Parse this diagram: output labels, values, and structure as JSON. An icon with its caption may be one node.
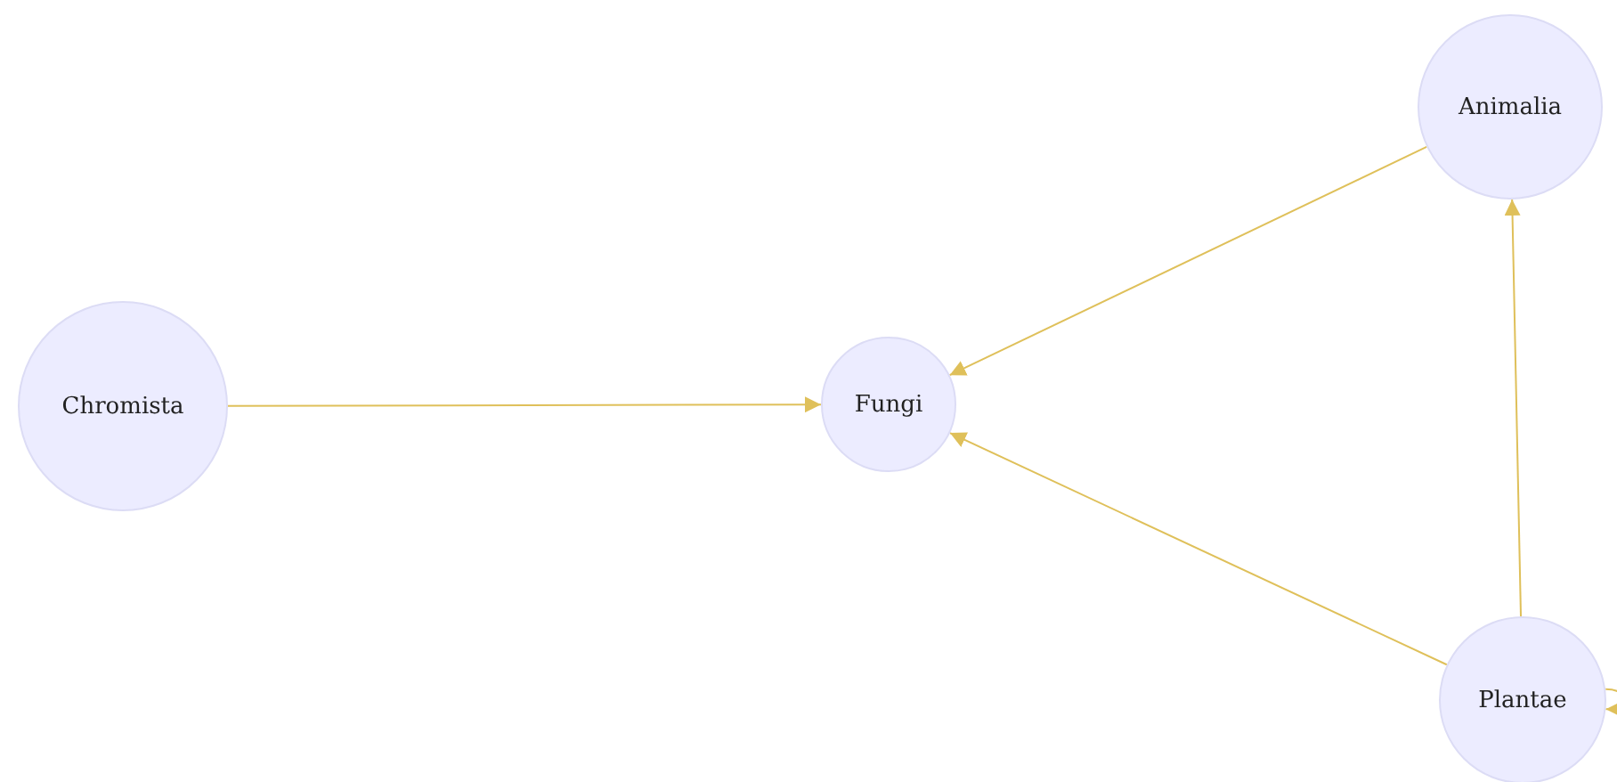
{
  "diagram": {
    "nodes": [
      {
        "text": [
          "Chromista"
        ]
      },
      {
        "text": [
          "Fungi"
        ]
      },
      {
        "text": [
          "Animalia"
        ]
      },
      {
        "text": [
          "Plantae"
        ]
      }
    ],
    "edges": [
      {
        "from": 0,
        "to": 1,
        "arrow": "to"
      },
      {
        "from": 2,
        "to": 1,
        "arrow": "to"
      },
      {
        "from": 3,
        "to": 1,
        "arrow": "to"
      },
      {
        "from": 3,
        "to": 2,
        "arrow": "to"
      },
      {
        "from": 3,
        "to": 3,
        "arrow": "to"
      }
    ]
  }
}
